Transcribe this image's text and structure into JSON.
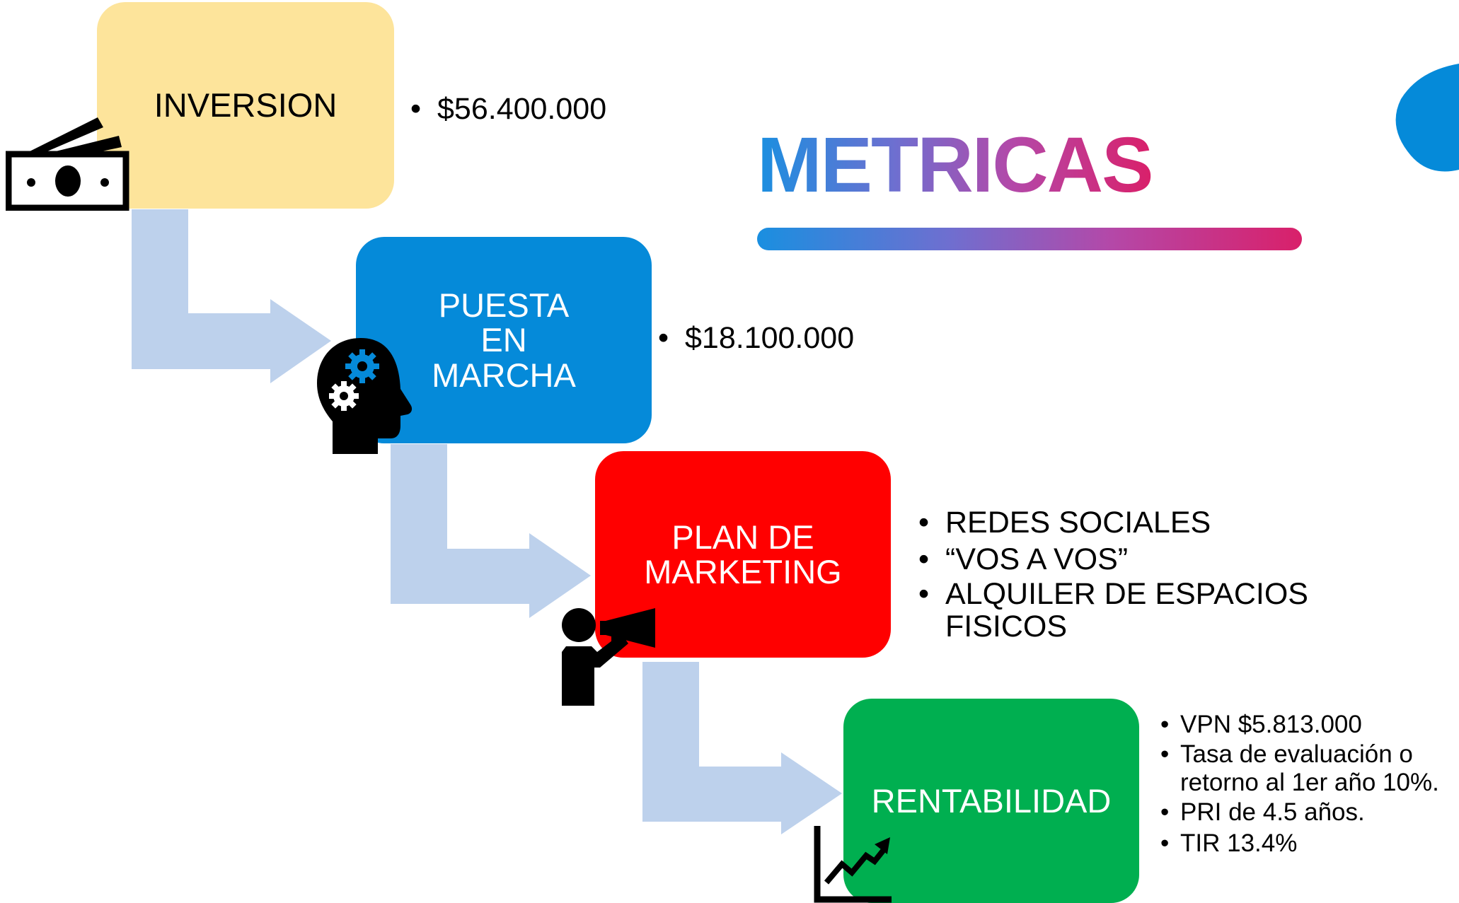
{
  "title": "METRICAS",
  "colors": {
    "inversion": "#FDE49B",
    "puesta": "#058AD9",
    "plan": "#FF0000",
    "rentabilidad": "#00AF50",
    "arrow": "#BDD1EC",
    "blob": "#058AD9"
  },
  "steps": [
    {
      "label": "INVERSION",
      "icon": "money-bills-icon",
      "bullets": [
        "$56.400.000"
      ]
    },
    {
      "label": "PUESTA EN MARCHA",
      "icon": "head-gears-icon",
      "bullets": [
        "$18.100.000"
      ]
    },
    {
      "label": "PLAN DE MARKETING",
      "icon": "person-megaphone-icon",
      "bullets": [
        "REDES SOCIALES",
        "“VOS A VOS”",
        "ALQUILER DE ESPACIOS FISICOS"
      ]
    },
    {
      "label": "RENTABILIDAD",
      "icon": "growth-chart-icon",
      "bullets": [
        "VPN $5.813.000",
        "Tasa de evaluación o retorno al 1er año 10%.",
        "PRI de 4.5 años.",
        "TIR 13.4%"
      ]
    }
  ]
}
